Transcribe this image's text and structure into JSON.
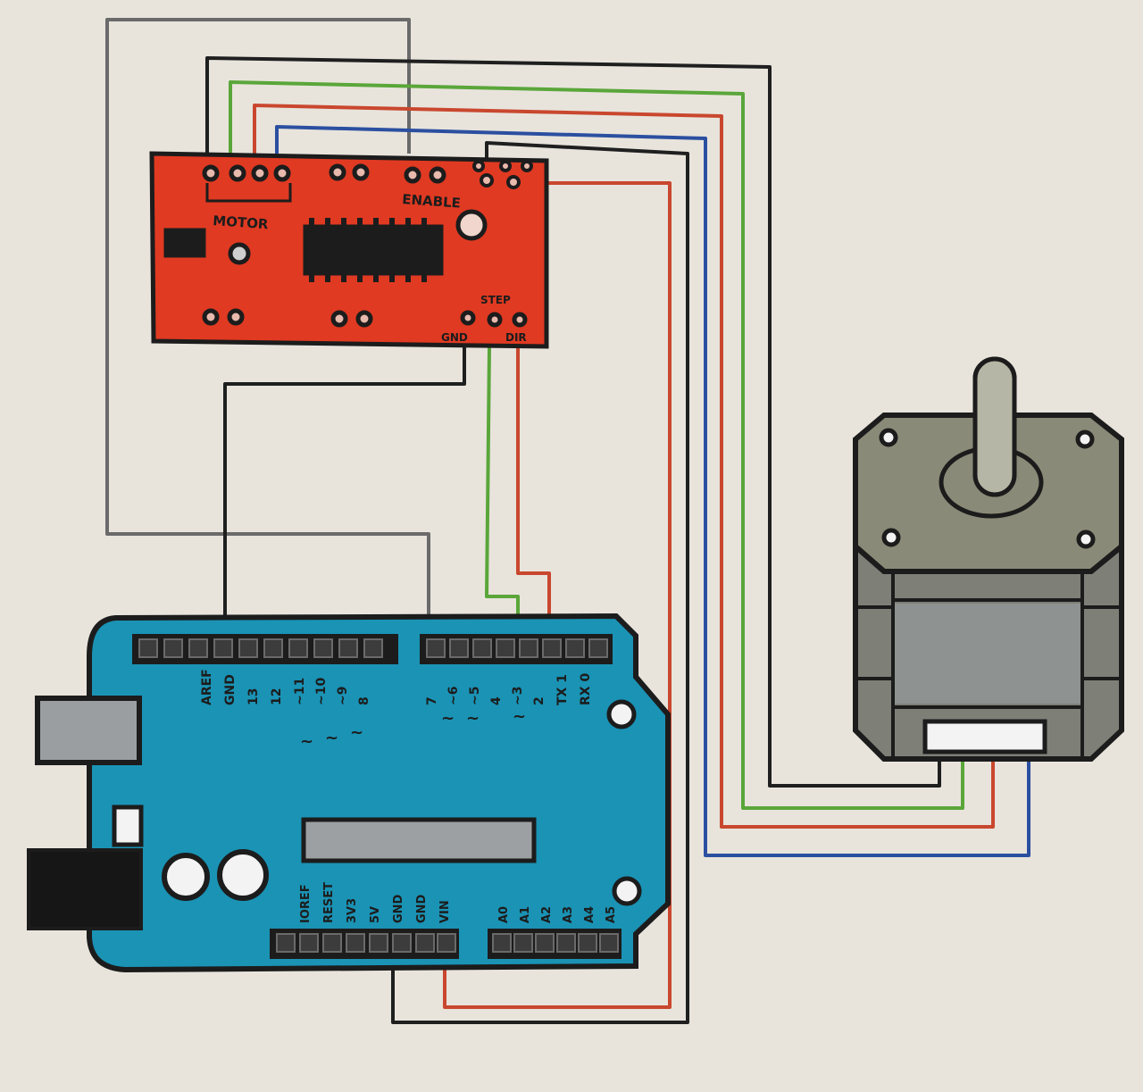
{
  "colors": {
    "paper": "#e8e4dc",
    "driver_board": "#e03a22",
    "arduino_board": "#1a93b5",
    "motor_body": "#8a8a78",
    "wire_black": "#1f1f1f",
    "wire_gray": "#6a6a6a",
    "wire_green": "#5aa63a",
    "wire_red": "#c9472e",
    "wire_blue": "#2b4fa0"
  },
  "driver": {
    "motor_label": "MOTOR",
    "enable_label": "ENABLE",
    "step_label": "STEP",
    "gnd_label": "GND",
    "dir_label": "DIR"
  },
  "arduino": {
    "top_header_labels": [
      "AREF",
      "GND",
      "13",
      "12",
      "~11",
      "~10",
      "~9",
      "8",
      "7",
      "~6",
      "~5",
      "4",
      "~3",
      "2",
      "TX 1",
      "RX 0"
    ],
    "pwm_marks": [
      "~",
      "~",
      "~",
      "~",
      "~",
      "~"
    ],
    "power_labels": [
      "IOREF",
      "RESET",
      "3V3",
      "5V",
      "GND",
      "GND",
      "VIN"
    ],
    "analog_labels": [
      "A0",
      "A1",
      "A2",
      "A3",
      "A4",
      "A5"
    ]
  },
  "motor": {
    "icon": "stepper-motor-icon"
  }
}
